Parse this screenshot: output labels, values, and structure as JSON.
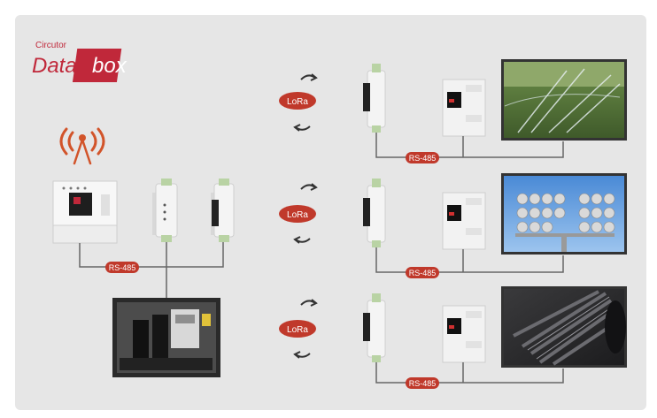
{
  "brand": {
    "small": "Circutor",
    "large": "Databox",
    "color": "#c0283a"
  },
  "links": {
    "wireless_label": "LoRa",
    "bus_label": "RS-485"
  },
  "colors": {
    "accent": "#c0392b",
    "line": "#666666",
    "background": "#e6e6e6"
  },
  "icons": {
    "antenna": "radio-antenna-icon",
    "arrows": "curved-arrow-icon"
  },
  "remote_sites": [
    {
      "photo": "irrigation-sprinklers-photo"
    },
    {
      "photo": "stadium-floodlights-photo"
    },
    {
      "photo": "turbine-blades-photo"
    }
  ],
  "local_site": {
    "photo": "electric-meters-photo"
  }
}
